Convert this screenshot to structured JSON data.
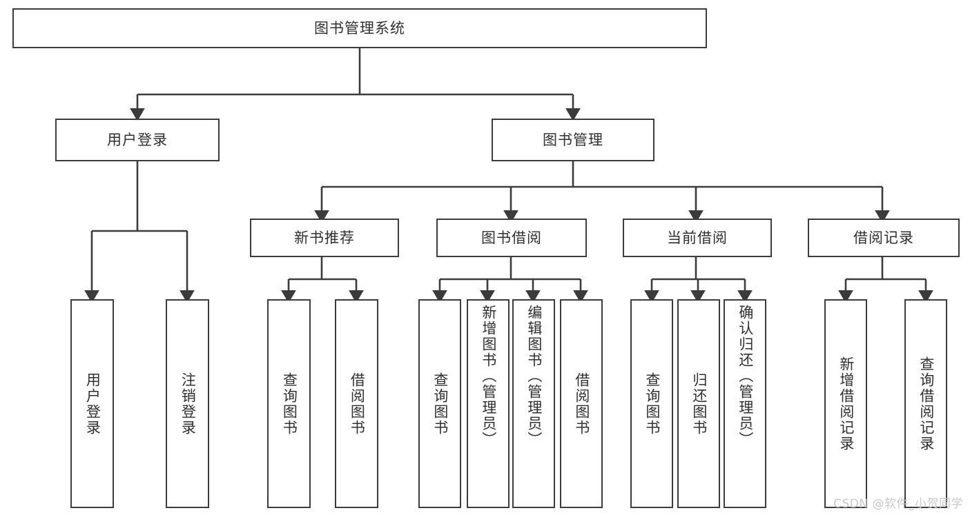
{
  "diagram": {
    "type": "tree",
    "title": "图书管理系统",
    "orientation": "top-down",
    "stroke_color": "#3b3b3b",
    "fill_color": "#ffffff",
    "text_color": "#2f2f2f",
    "watermark": "CSDN @软件_小贺同学"
  },
  "nodes": {
    "root": {
      "label": "图书管理系统"
    },
    "level1": [
      {
        "id": "user-login",
        "label": "用户登录"
      },
      {
        "id": "book-manage",
        "label": "图书管理"
      }
    ],
    "level2": [
      {
        "id": "new-book-recommend",
        "label": "新书推荐"
      },
      {
        "id": "book-borrow",
        "label": "图书借阅"
      },
      {
        "id": "current-borrow",
        "label": "当前借阅"
      },
      {
        "id": "borrow-record",
        "label": "借阅记录"
      }
    ],
    "leaves": {
      "user_login": [
        {
          "id": "leaf-user-login",
          "label": "用户登录"
        },
        {
          "id": "leaf-logout-login",
          "label": "注销登录"
        }
      ],
      "new_book_recommend": [
        {
          "id": "leaf-query-book-1",
          "label": "查询图书"
        },
        {
          "id": "leaf-borrow-book-1",
          "label": "借阅图书"
        }
      ],
      "book_borrow": [
        {
          "id": "leaf-query-book-2",
          "label": "查询图书"
        },
        {
          "id": "leaf-add-book",
          "label": "新增图书（管理员）"
        },
        {
          "id": "leaf-edit-book",
          "label": "编辑图书（管理员）"
        },
        {
          "id": "leaf-borrow-book-2",
          "label": "借阅图书"
        }
      ],
      "current_borrow": [
        {
          "id": "leaf-query-book-3",
          "label": "查询图书"
        },
        {
          "id": "leaf-return-book",
          "label": "归还图书"
        },
        {
          "id": "leaf-confirm-return",
          "label": "确认归还（管理员）"
        }
      ],
      "borrow_record": [
        {
          "id": "leaf-add-record",
          "label": "新增借阅记录"
        },
        {
          "id": "leaf-query-record",
          "label": "查询借阅记录"
        }
      ]
    }
  }
}
